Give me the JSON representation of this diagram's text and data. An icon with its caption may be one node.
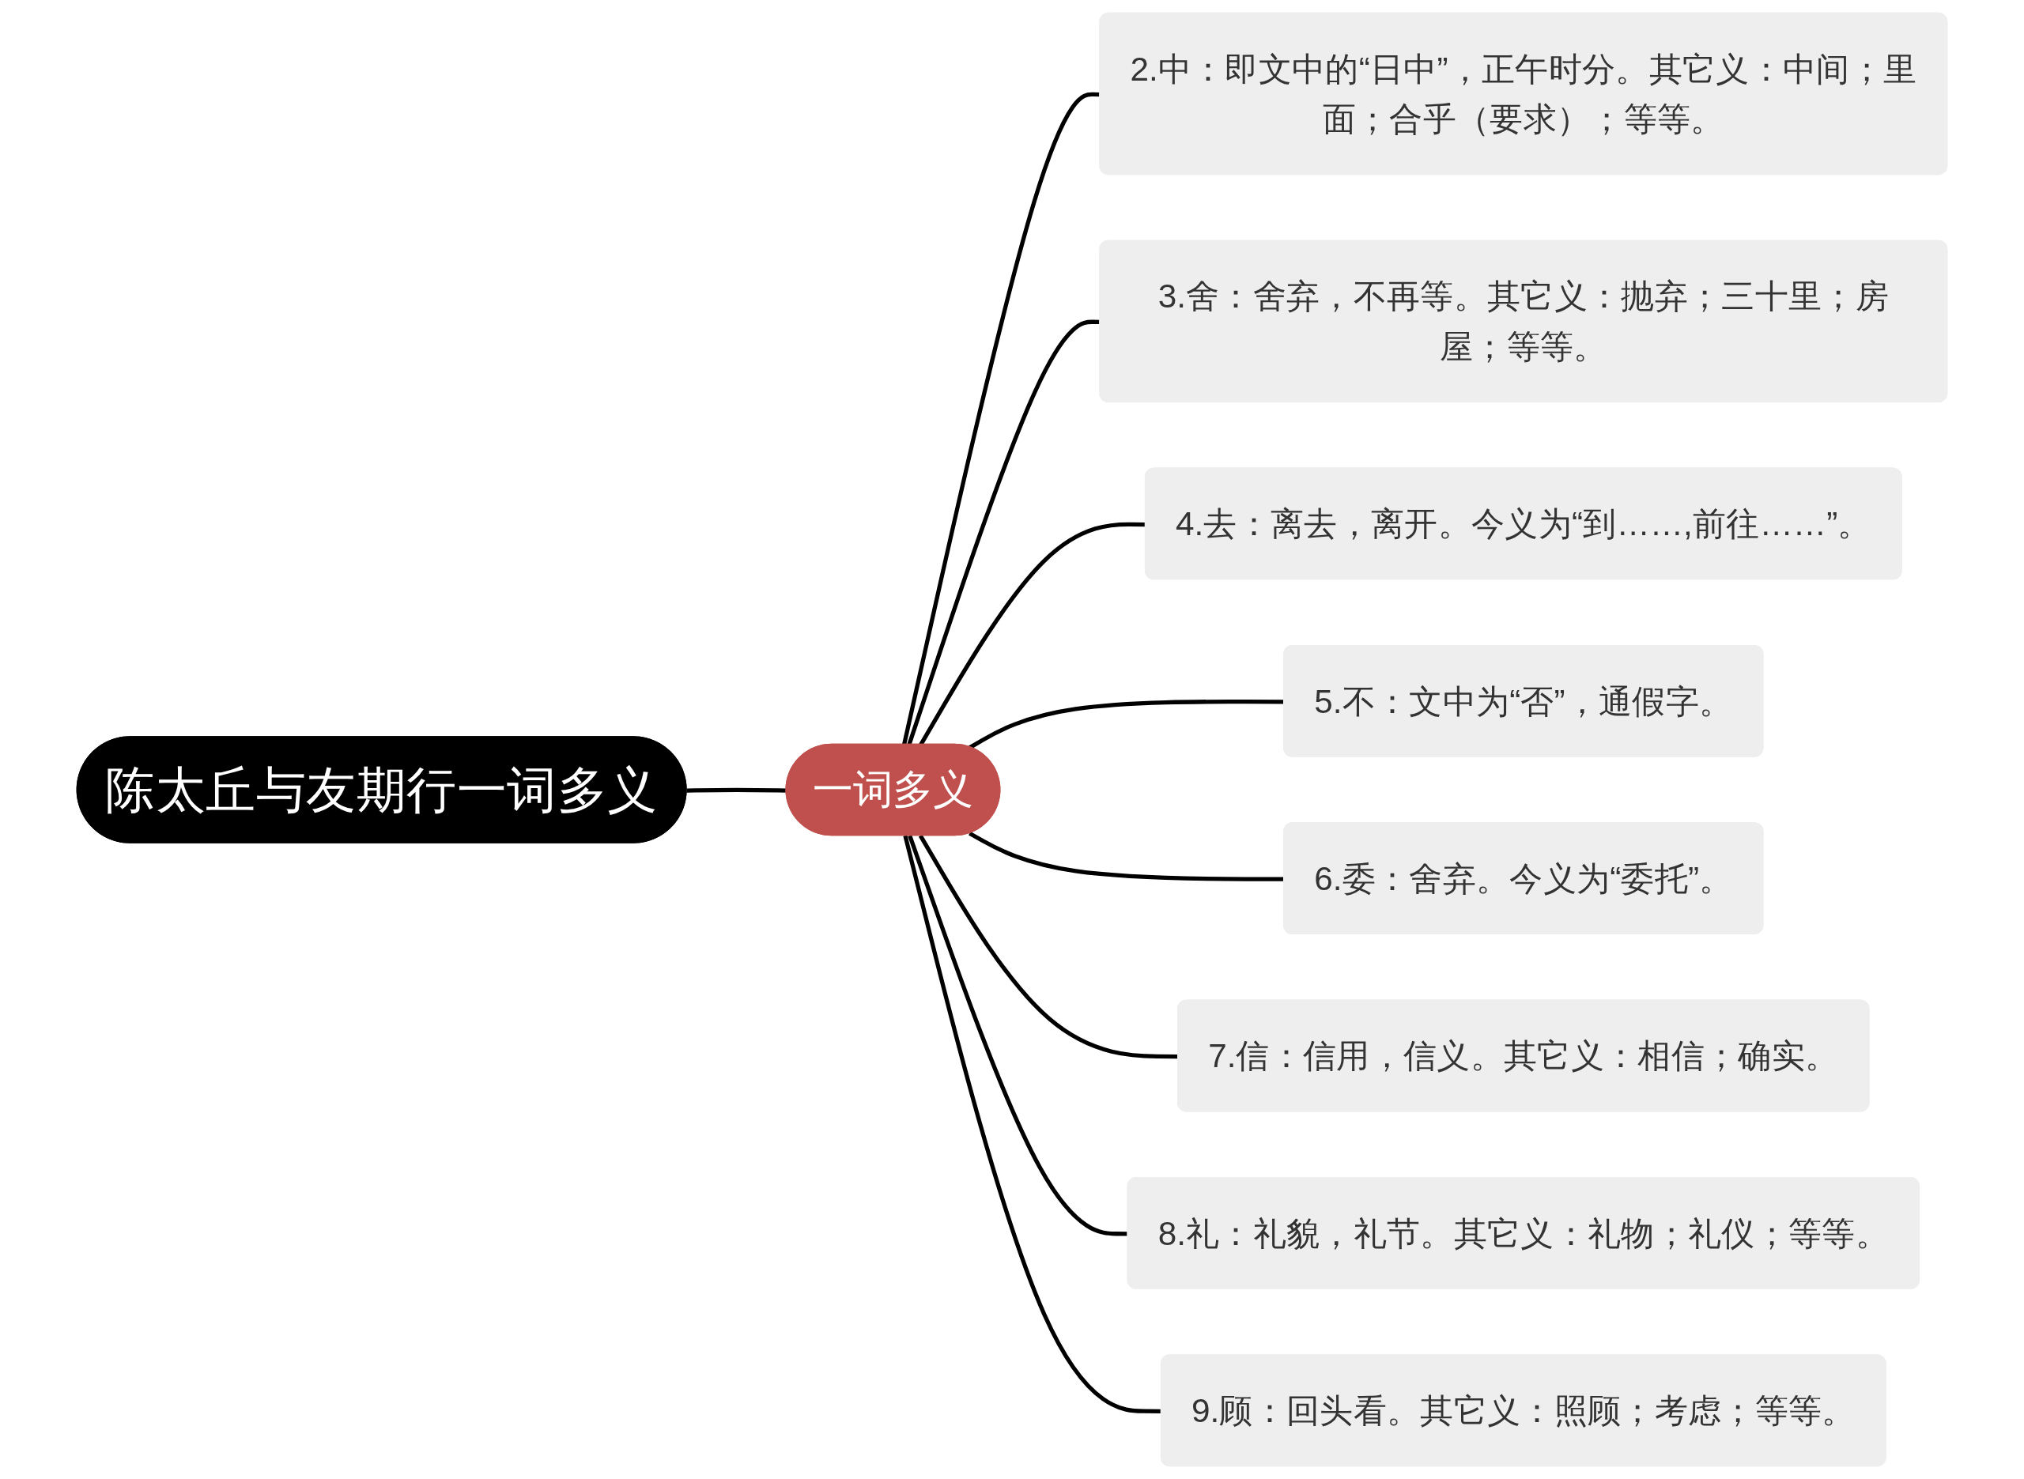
{
  "diagram": {
    "nodes": [
      {
        "text": [
          "陈太丘与友期行一词多义"
        ]
      },
      {
        "text": [
          "一词多义"
        ]
      },
      {
        "text": [
          "2.中：即文中的“日中”，正午时分。其它义：中间；里面；合乎（要求）；等等。"
        ]
      },
      {
        "text": [
          "3.舍：舍弃，不再等。其它义：抛弃；三十里；房屋；等等。"
        ]
      },
      {
        "text": [
          "4.去：离去，离开。今义为“到……,前往……”。"
        ]
      },
      {
        "text": [
          "5.不：文中为“否”，通假字。"
        ]
      },
      {
        "text": [
          "6.委：舍弃。今义为“委托”。"
        ]
      },
      {
        "text": [
          "7.信：信用，信义。其它义：相信；确实。"
        ]
      },
      {
        "text": [
          "8.礼：礼貌，礼节。其它义：礼物；礼仪；等等。"
        ]
      },
      {
        "text": [
          "9.顾：回头看。其它义：照顾；考虑；等等。"
        ]
      }
    ],
    "edges": [
      {
        "from": 0,
        "to": 1,
        "arrow": "none"
      },
      {
        "from": 1,
        "to": 2,
        "arrow": "none"
      },
      {
        "from": 1,
        "to": 3,
        "arrow": "none"
      },
      {
        "from": 1,
        "to": 4,
        "arrow": "none"
      },
      {
        "from": 1,
        "to": 5,
        "arrow": "none"
      },
      {
        "from": 1,
        "to": 6,
        "arrow": "none"
      },
      {
        "from": 1,
        "to": 7,
        "arrow": "none"
      },
      {
        "from": 1,
        "to": 8,
        "arrow": "none"
      },
      {
        "from": 1,
        "to": 9,
        "arrow": "none"
      }
    ]
  }
}
